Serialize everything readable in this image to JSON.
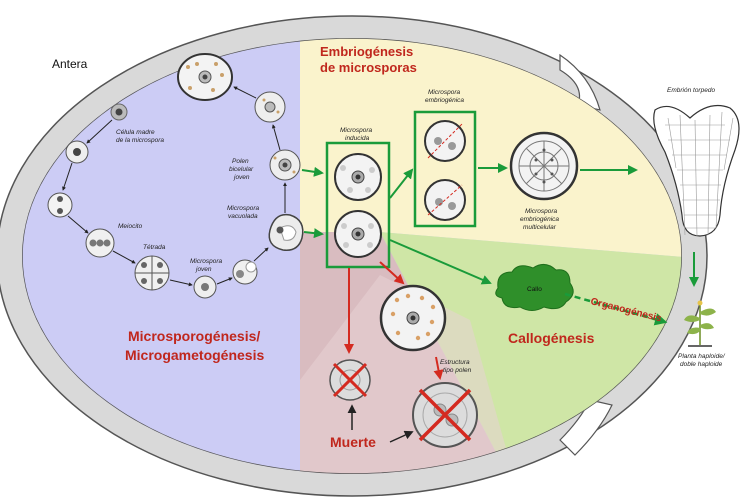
{
  "diagram": {
    "antera": "Antera",
    "regions": {
      "embriogenesis_line1": "Embriogénesis",
      "embriogenesis_line2": "de microsporas",
      "microsporogenesis_line1": "Microsporogénesis/",
      "microsporogenesis_line2": "Microgametogénesis",
      "callogenesis": "Callogénesis",
      "muerte": "Muerte"
    },
    "labels": {
      "celula_madre_1": "Célula madre",
      "celula_madre_2": "de la microspora",
      "meiocito": "Meiocito",
      "tetrada": "Tétrada",
      "microspora_joven_1": "Microspora",
      "microspora_joven_2": "joven",
      "microspora_vacuolada_1": "Microspora",
      "microspora_vacuolada_2": "vacuolada",
      "polen_bicelular_1": "Polen",
      "polen_bicelular_2": "bicelular",
      "polen_bicelular_3": "joven",
      "microspora_inducida_1": "Microspora",
      "microspora_inducida_2": "inducida",
      "microspora_embriogenica_1": "Microspora",
      "microspora_embriogenica_2": "embriogénica",
      "microspora_multicelular_1": "Microspora",
      "microspora_multicelular_2": "embriogénica",
      "microspora_multicelular_3": "multicelular",
      "embrion_torpedo": "Embrión torpedo",
      "callo": "Callo",
      "organogenesis": "Organogénesis",
      "estructura_polen_1": "Estructura",
      "estructura_polen_2": "tipo polen",
      "planta_1": "Planta haploide/",
      "planta_2": "doble haploide"
    },
    "colors": {
      "lavender": "#ccccf5",
      "cream": "#faf3cc",
      "green_region": "#cfe6a6",
      "death_region": "#d9bcc0",
      "wall": "#d9d9d9",
      "green_arrow": "#1a9b3a",
      "red_arrow": "#d42a20",
      "callus": "#2f8f2a"
    }
  }
}
